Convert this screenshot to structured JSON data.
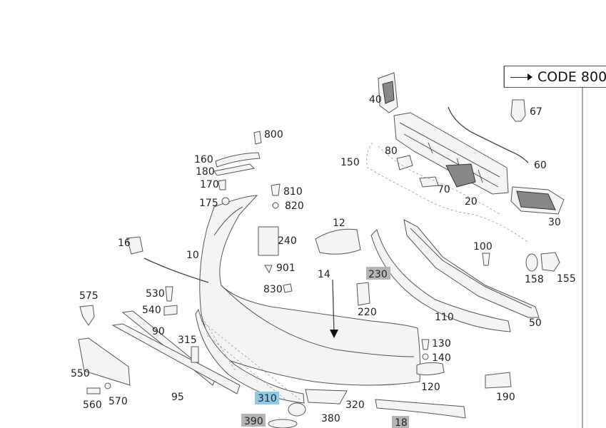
{
  "code_label": "CODE 800",
  "labels": {
    "l40": "40",
    "l67": "67",
    "l800": "800",
    "l160": "160",
    "l180": "180",
    "l80": "80",
    "l150": "150",
    "l60": "60",
    "l170": "170",
    "l810": "810",
    "l820": "820",
    "l70": "70",
    "l20": "20",
    "l175": "175",
    "l30": "30",
    "l12": "12",
    "l240": "240",
    "l16": "16",
    "l10": "10",
    "l100": "100",
    "l901": "901",
    "l14": "14",
    "l230": "230",
    "l158": "158",
    "l155": "155",
    "l575": "575",
    "l530": "530",
    "l830": "830",
    "l540": "540",
    "l220": "220",
    "l110": "110",
    "l50": "50",
    "l90": "90",
    "l315": "315",
    "l130": "130",
    "l140": "140",
    "l550": "550",
    "l120": "120",
    "l190": "190",
    "l570": "570",
    "l95": "95",
    "l310": "310",
    "l320": "320",
    "l560": "560",
    "l380": "380",
    "l390": "390",
    "l18": "18"
  },
  "highlight_colors": {
    "grey": "#b5b5b5",
    "blue": "#8fc9e8"
  }
}
